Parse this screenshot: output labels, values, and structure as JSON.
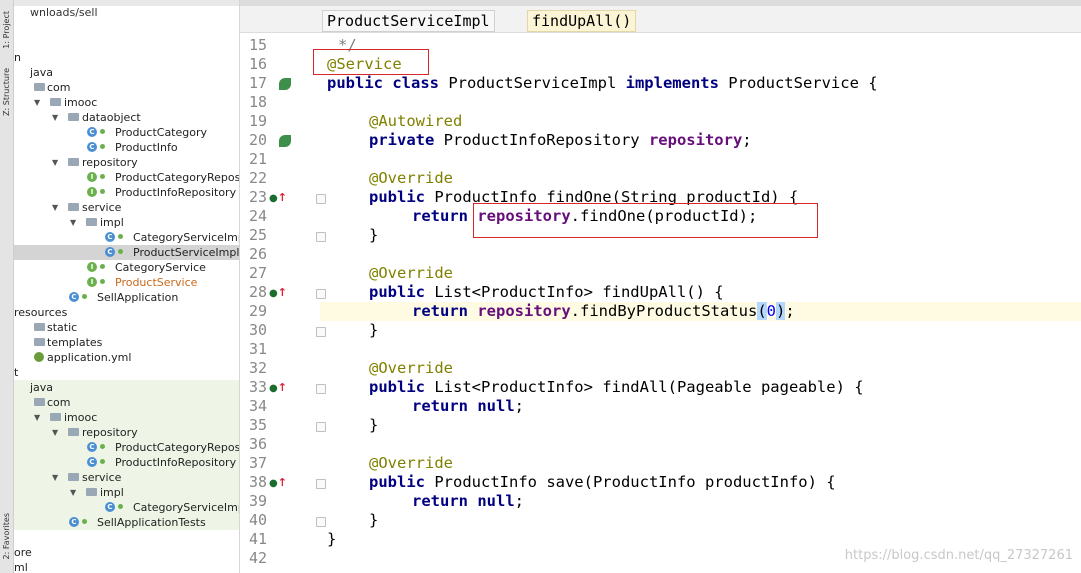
{
  "sidebar_tabs": {
    "project": "1: Project",
    "structure": "Z: Structure",
    "favorites": "2: Favorites"
  },
  "tree": {
    "path": "wnloads/sell",
    "rows": [
      {
        "text": "n"
      },
      {
        "text": "java"
      },
      {
        "text": "com"
      },
      {
        "text": "imooc"
      },
      {
        "text": "dataobject"
      },
      {
        "text": "ProductCategory"
      },
      {
        "text": "ProductInfo"
      },
      {
        "text": "repository"
      },
      {
        "text": "ProductCategoryRepos"
      },
      {
        "text": "ProductInfoRepository"
      },
      {
        "text": "service"
      },
      {
        "text": "impl"
      },
      {
        "text": "CategoryServiceImp"
      },
      {
        "text": "ProductServiceImpl"
      },
      {
        "text": "CategoryService"
      },
      {
        "text": "ProductService"
      },
      {
        "text": "SellApplication"
      },
      {
        "text": "resources"
      },
      {
        "text": "static"
      },
      {
        "text": "templates"
      },
      {
        "text": "application.yml"
      },
      {
        "text": "t"
      },
      {
        "text": "java"
      },
      {
        "text": "com"
      },
      {
        "text": "imooc"
      },
      {
        "text": "repository"
      },
      {
        "text": "ProductCategoryRepos"
      },
      {
        "text": "ProductInfoRepository"
      },
      {
        "text": "service"
      },
      {
        "text": "impl"
      },
      {
        "text": "CategoryServiceImp"
      },
      {
        "text": "SellApplicationTests"
      },
      {
        "text": "ore"
      },
      {
        "text": "ml"
      }
    ]
  },
  "breadcrumb": {
    "class_name": "ProductServiceImpl",
    "method_name": "findUpAll()"
  },
  "editor": {
    "line_numbers": [
      "15",
      "16",
      "17",
      "18",
      "19",
      "20",
      "21",
      "22",
      "23",
      "24",
      "25",
      "26",
      "27",
      "28",
      "29",
      "30",
      "31",
      "32",
      "33",
      "34",
      "35",
      "36",
      "37",
      "38",
      "39",
      "40",
      "41",
      "42"
    ],
    "code": {
      "l15": "*/",
      "l16": "@Service",
      "l17_a": "public class",
      "l17_b": " ProductServiceImpl ",
      "l17_c": "implements",
      "l17_d": " ProductService {",
      "l19": "@Autowired",
      "l20_a": "private",
      "l20_b": " ProductInfoRepository ",
      "l20_c": "repository",
      "l20_d": ";",
      "l22": "@Override",
      "l23_a": "public",
      "l23_b": " ProductInfo findOne(String productId) {",
      "l24_a": "return",
      "l24_b": "repository",
      "l24_c": ".findOne(productId);",
      "l25": "}",
      "l27": "@Override",
      "l28_a": "public",
      "l28_b": " List<ProductInfo> findUpAll() {",
      "l29_a": "return",
      "l29_b": "repository",
      "l29_c": ".findByProductStatus",
      "l29_d": "(",
      "l29_e": "0",
      "l29_f": ")",
      "l29_g": ";",
      "l30": "}",
      "l32": "@Override",
      "l33_a": "public",
      "l33_b": " List<ProductInfo> findAll(Pageable pageable) {",
      "l34_a": "return",
      "l34_b": "null",
      "l34_c": ";",
      "l35": "}",
      "l37": "@Override",
      "l38_a": "public",
      "l38_b": " ProductInfo save(ProductInfo productInfo) {",
      "l39_a": "return",
      "l39_b": "null",
      "l39_c": ";",
      "l40": "}",
      "l41": "}"
    }
  },
  "watermark": "https://blog.csdn.net/qq_27327261",
  "colors": {
    "keyword": "#000080",
    "annotation": "#808000",
    "field": "#660e7a",
    "highlight_box": "#d9262a"
  }
}
